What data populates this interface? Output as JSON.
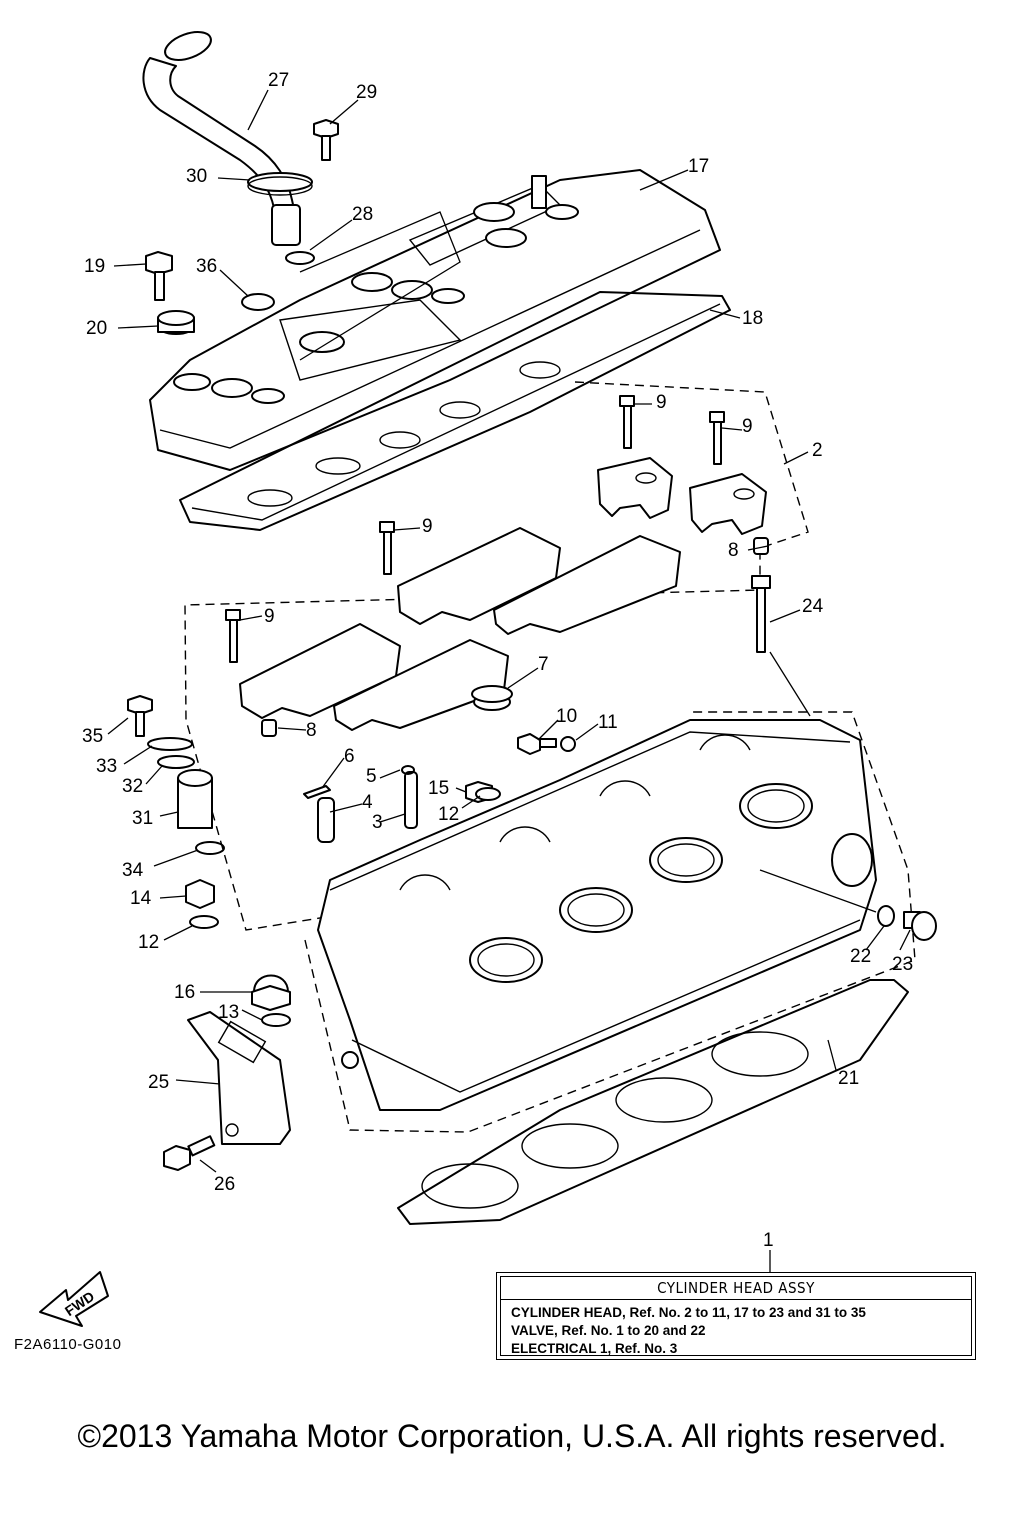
{
  "callouts": [
    {
      "id": "c1",
      "text": "1"
    },
    {
      "id": "c2",
      "text": "2"
    },
    {
      "id": "c3",
      "text": "3"
    },
    {
      "id": "c4",
      "text": "4"
    },
    {
      "id": "c5",
      "text": "5"
    },
    {
      "id": "c6",
      "text": "6"
    },
    {
      "id": "c7",
      "text": "7"
    },
    {
      "id": "c8a",
      "text": "8"
    },
    {
      "id": "c8b",
      "text": "8"
    },
    {
      "id": "c9a",
      "text": "9"
    },
    {
      "id": "c9b",
      "text": "9"
    },
    {
      "id": "c9c",
      "text": "9"
    },
    {
      "id": "c9d",
      "text": "9"
    },
    {
      "id": "c10",
      "text": "10"
    },
    {
      "id": "c11",
      "text": "11"
    },
    {
      "id": "c12a",
      "text": "12"
    },
    {
      "id": "c12b",
      "text": "12"
    },
    {
      "id": "c13",
      "text": "13"
    },
    {
      "id": "c14",
      "text": "14"
    },
    {
      "id": "c15",
      "text": "15"
    },
    {
      "id": "c16",
      "text": "16"
    },
    {
      "id": "c17",
      "text": "17"
    },
    {
      "id": "c18",
      "text": "18"
    },
    {
      "id": "c19",
      "text": "19"
    },
    {
      "id": "c20",
      "text": "20"
    },
    {
      "id": "c21",
      "text": "21"
    },
    {
      "id": "c22",
      "text": "22"
    },
    {
      "id": "c23",
      "text": "23"
    },
    {
      "id": "c24",
      "text": "24"
    },
    {
      "id": "c25",
      "text": "25"
    },
    {
      "id": "c26",
      "text": "26"
    },
    {
      "id": "c27",
      "text": "27"
    },
    {
      "id": "c28",
      "text": "28"
    },
    {
      "id": "c29",
      "text": "29"
    },
    {
      "id": "c30",
      "text": "30"
    },
    {
      "id": "c31",
      "text": "31"
    },
    {
      "id": "c32",
      "text": "32"
    },
    {
      "id": "c33",
      "text": "33"
    },
    {
      "id": "c34",
      "text": "34"
    },
    {
      "id": "c35",
      "text": "35"
    },
    {
      "id": "c36",
      "text": "36"
    }
  ],
  "fwd_label": "FWD",
  "assy_box": {
    "title": "CYLINDER HEAD ASSY",
    "lines": [
      "CYLINDER HEAD,  Ref. No. 2 to 11, 17 to 23 and 31 to 35",
      "VALVE,  Ref. No. 1 to 20 and 22",
      "ELECTRICAL 1, Ref. No. 3"
    ]
  },
  "figure_code": "F2A6110-G010",
  "copyright": "©2013 Yamaha Motor Corporation, U.S.A. All rights reserved.",
  "colors": {
    "ink": "#000000",
    "paper": "#ffffff"
  }
}
